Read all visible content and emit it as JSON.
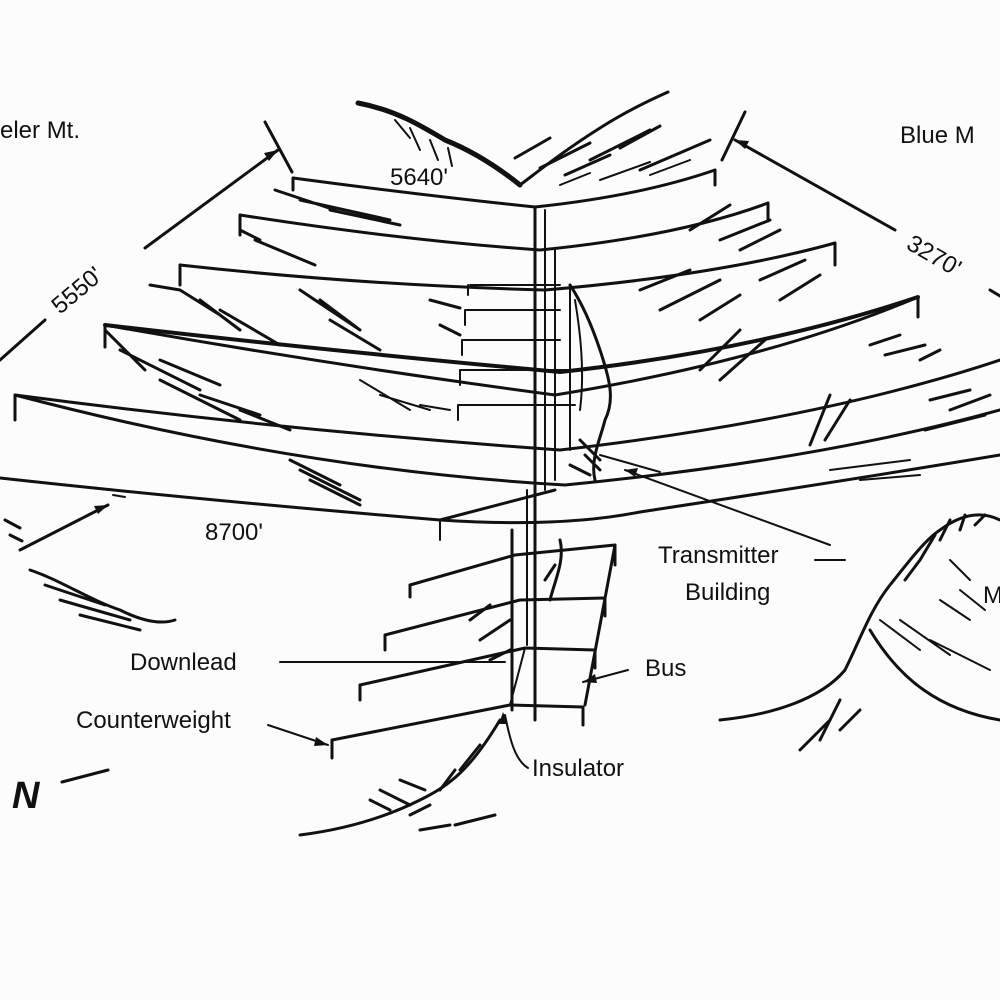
{
  "labels": {
    "mountain_left": "eler Mt.",
    "mountain_right": "Blue M",
    "mountain_small_right": "M",
    "span_top": "5640'",
    "span_left": "5550'",
    "span_right": "3270'",
    "span_bottom": "8700'",
    "transmitter_line1": "Transmitter",
    "transmitter_line2": "Building",
    "downlead": "Downlead",
    "bus": "Bus",
    "counterweight": "Counterweight",
    "insulator": "Insulator",
    "north": "N"
  }
}
